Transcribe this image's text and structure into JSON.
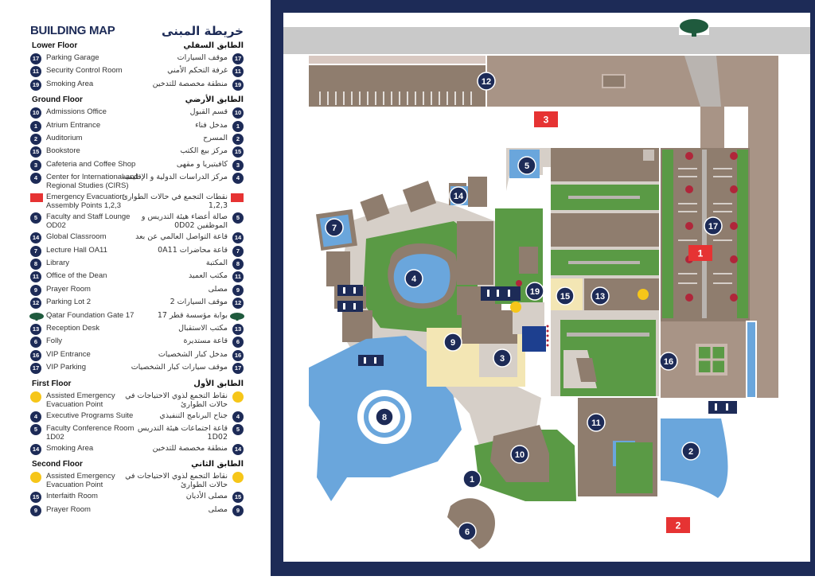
{
  "legend": {
    "title": "BUILDING MAP",
    "title_ar": "خريطة المبنى",
    "sections": [
      {
        "name": "Lower Floor",
        "name_ar": "الطابق السفلي",
        "items": [
          {
            "badge": "17",
            "en": "Parking Garage",
            "ar": "موقف السيارات"
          },
          {
            "badge": "11",
            "en": "Security Control Room",
            "ar": "غرفة التحكم الأمني"
          },
          {
            "badge": "19",
            "en": "Smoking Area",
            "ar": "منطقة مخصصة للتدخين"
          }
        ]
      },
      {
        "name": "Ground Floor",
        "name_ar": "الطابق الأرضي",
        "items": [
          {
            "badge": "10",
            "en": "Admissions Office",
            "ar": "قسم القبول"
          },
          {
            "badge": "1",
            "en": "Atrium Entrance",
            "ar": "مدخل فناء"
          },
          {
            "badge": "2",
            "en": "Auditorium",
            "ar": "المسرح"
          },
          {
            "badge": "15",
            "en": "Bookstore",
            "ar": "مركز بيع الكتب"
          },
          {
            "badge": "3",
            "en": "Cafeteria and Coffee Shop",
            "ar": "كافيتيريا و مقهى"
          },
          {
            "badge": "4",
            "en": "Center for International and Regional Studies (CIRS)",
            "ar": "مركز الدراسات الدولية و الإقليمية",
            "tall": true
          },
          {
            "marker": "red-square",
            "en": "Emergency Evacuation Assembly Points 1,2,3",
            "ar": "نقطات التجمع في حالات الطوارئ 1,2,3",
            "tall": true
          },
          {
            "badge": "5",
            "en": "Faculty and Staff Lounge OD02",
            "ar": "صالة أعضاء هيئة التدريس و الموظفين 0D02",
            "tall": true
          },
          {
            "badge": "14",
            "en": "Global Classroom",
            "ar": "قاعة التواصل العالمي عن بعد"
          },
          {
            "badge": "7",
            "en": "Lecture Hall OA11",
            "ar": "قاعة محاضرات 0A11"
          },
          {
            "badge": "8",
            "en": "Library",
            "ar": "المكتبة"
          },
          {
            "badge": "11",
            "en": "Office of the Dean",
            "ar": "مكتب العميد"
          },
          {
            "badge": "9",
            "en": "Prayer Room",
            "ar": "مصلى"
          },
          {
            "badge": "12",
            "en": "Parking Lot 2",
            "ar": "موقف السيارات 2"
          },
          {
            "marker": "tree",
            "en": "Qatar Foundation Gate 17",
            "ar": "بوابة مؤسسة قطر 17"
          },
          {
            "badge": "13",
            "en": "Reception Desk",
            "ar": "مكتب الاستقبال"
          },
          {
            "badge": "6",
            "en": "Folly",
            "ar": "قاعة مستديرة"
          },
          {
            "badge": "16",
            "en": "VIP Entrance",
            "ar": "مدخل كبار الشخصيات"
          },
          {
            "badge": "17",
            "en": "VIP Parking",
            "ar": "موقف سيارات كبار الشخصيات"
          }
        ]
      },
      {
        "name": "First Floor",
        "name_ar": "الطابق الأول",
        "items": [
          {
            "marker": "yellow-circle",
            "en": "Assisted Emergency Evacuation Point",
            "ar": "نقاط التجمع لذوي الاحتياجات في حالات الطوارئ",
            "tall": true
          },
          {
            "badge": "4",
            "en": "Executive Programs Suite",
            "ar": "جناح البرنامج التنفيذي"
          },
          {
            "badge": "5",
            "en": "Faculty Conference Room 1D02",
            "ar": "قاعة اجتماعات هيئة التدريس 1D02",
            "tall": true
          },
          {
            "badge": "14",
            "en": "Smoking Area",
            "ar": "منطقة مخصصة للتدخين"
          }
        ]
      },
      {
        "name": "Second Floor",
        "name_ar": "الطابق الثاني",
        "items": [
          {
            "marker": "yellow-circle",
            "en": "Assisted Emergency Evacuation Point",
            "ar": "نقاط التجمع لذوي الاحتياجات في حالات الطوارئ",
            "tall": true
          },
          {
            "badge": "15",
            "en": "Interfaith Room",
            "ar": "مصلى الأديان"
          },
          {
            "badge": "9",
            "en": "Prayer Room",
            "ar": "مصلى"
          }
        ]
      }
    ]
  },
  "map": {
    "colors": {
      "border": "#1d2b57",
      "badge": "#1d2b57",
      "building": "#d6cfc8",
      "roof": "#8f7d6e",
      "lawn": "#5a9a45",
      "water": "#6aa6dc",
      "emergency": "#e63333",
      "assisted": "#f6c619",
      "paving": "#a89486",
      "cream": "#f3e6b4",
      "road": "#c9c9c9"
    },
    "markers": [
      {
        "id": "marker-12",
        "label": "12"
      },
      {
        "id": "marker-5",
        "label": "5"
      },
      {
        "id": "marker-14",
        "label": "14"
      },
      {
        "id": "marker-7",
        "label": "7"
      },
      {
        "id": "marker-4",
        "label": "4"
      },
      {
        "id": "marker-19",
        "label": "19"
      },
      {
        "id": "marker-15",
        "label": "15"
      },
      {
        "id": "marker-13",
        "label": "13"
      },
      {
        "id": "marker-17",
        "label": "17"
      },
      {
        "id": "marker-9",
        "label": "9"
      },
      {
        "id": "marker-3",
        "label": "3"
      },
      {
        "id": "marker-16",
        "label": "16"
      },
      {
        "id": "marker-8",
        "label": "8"
      },
      {
        "id": "marker-11",
        "label": "11"
      },
      {
        "id": "marker-10",
        "label": "10"
      },
      {
        "id": "marker-2",
        "label": "2"
      },
      {
        "id": "marker-1",
        "label": "1"
      },
      {
        "id": "marker-6",
        "label": "6"
      }
    ],
    "assembly_points": [
      {
        "id": "assembly-3",
        "label": "3"
      },
      {
        "id": "assembly-1",
        "label": "1"
      },
      {
        "id": "assembly-2",
        "label": "2"
      }
    ]
  }
}
